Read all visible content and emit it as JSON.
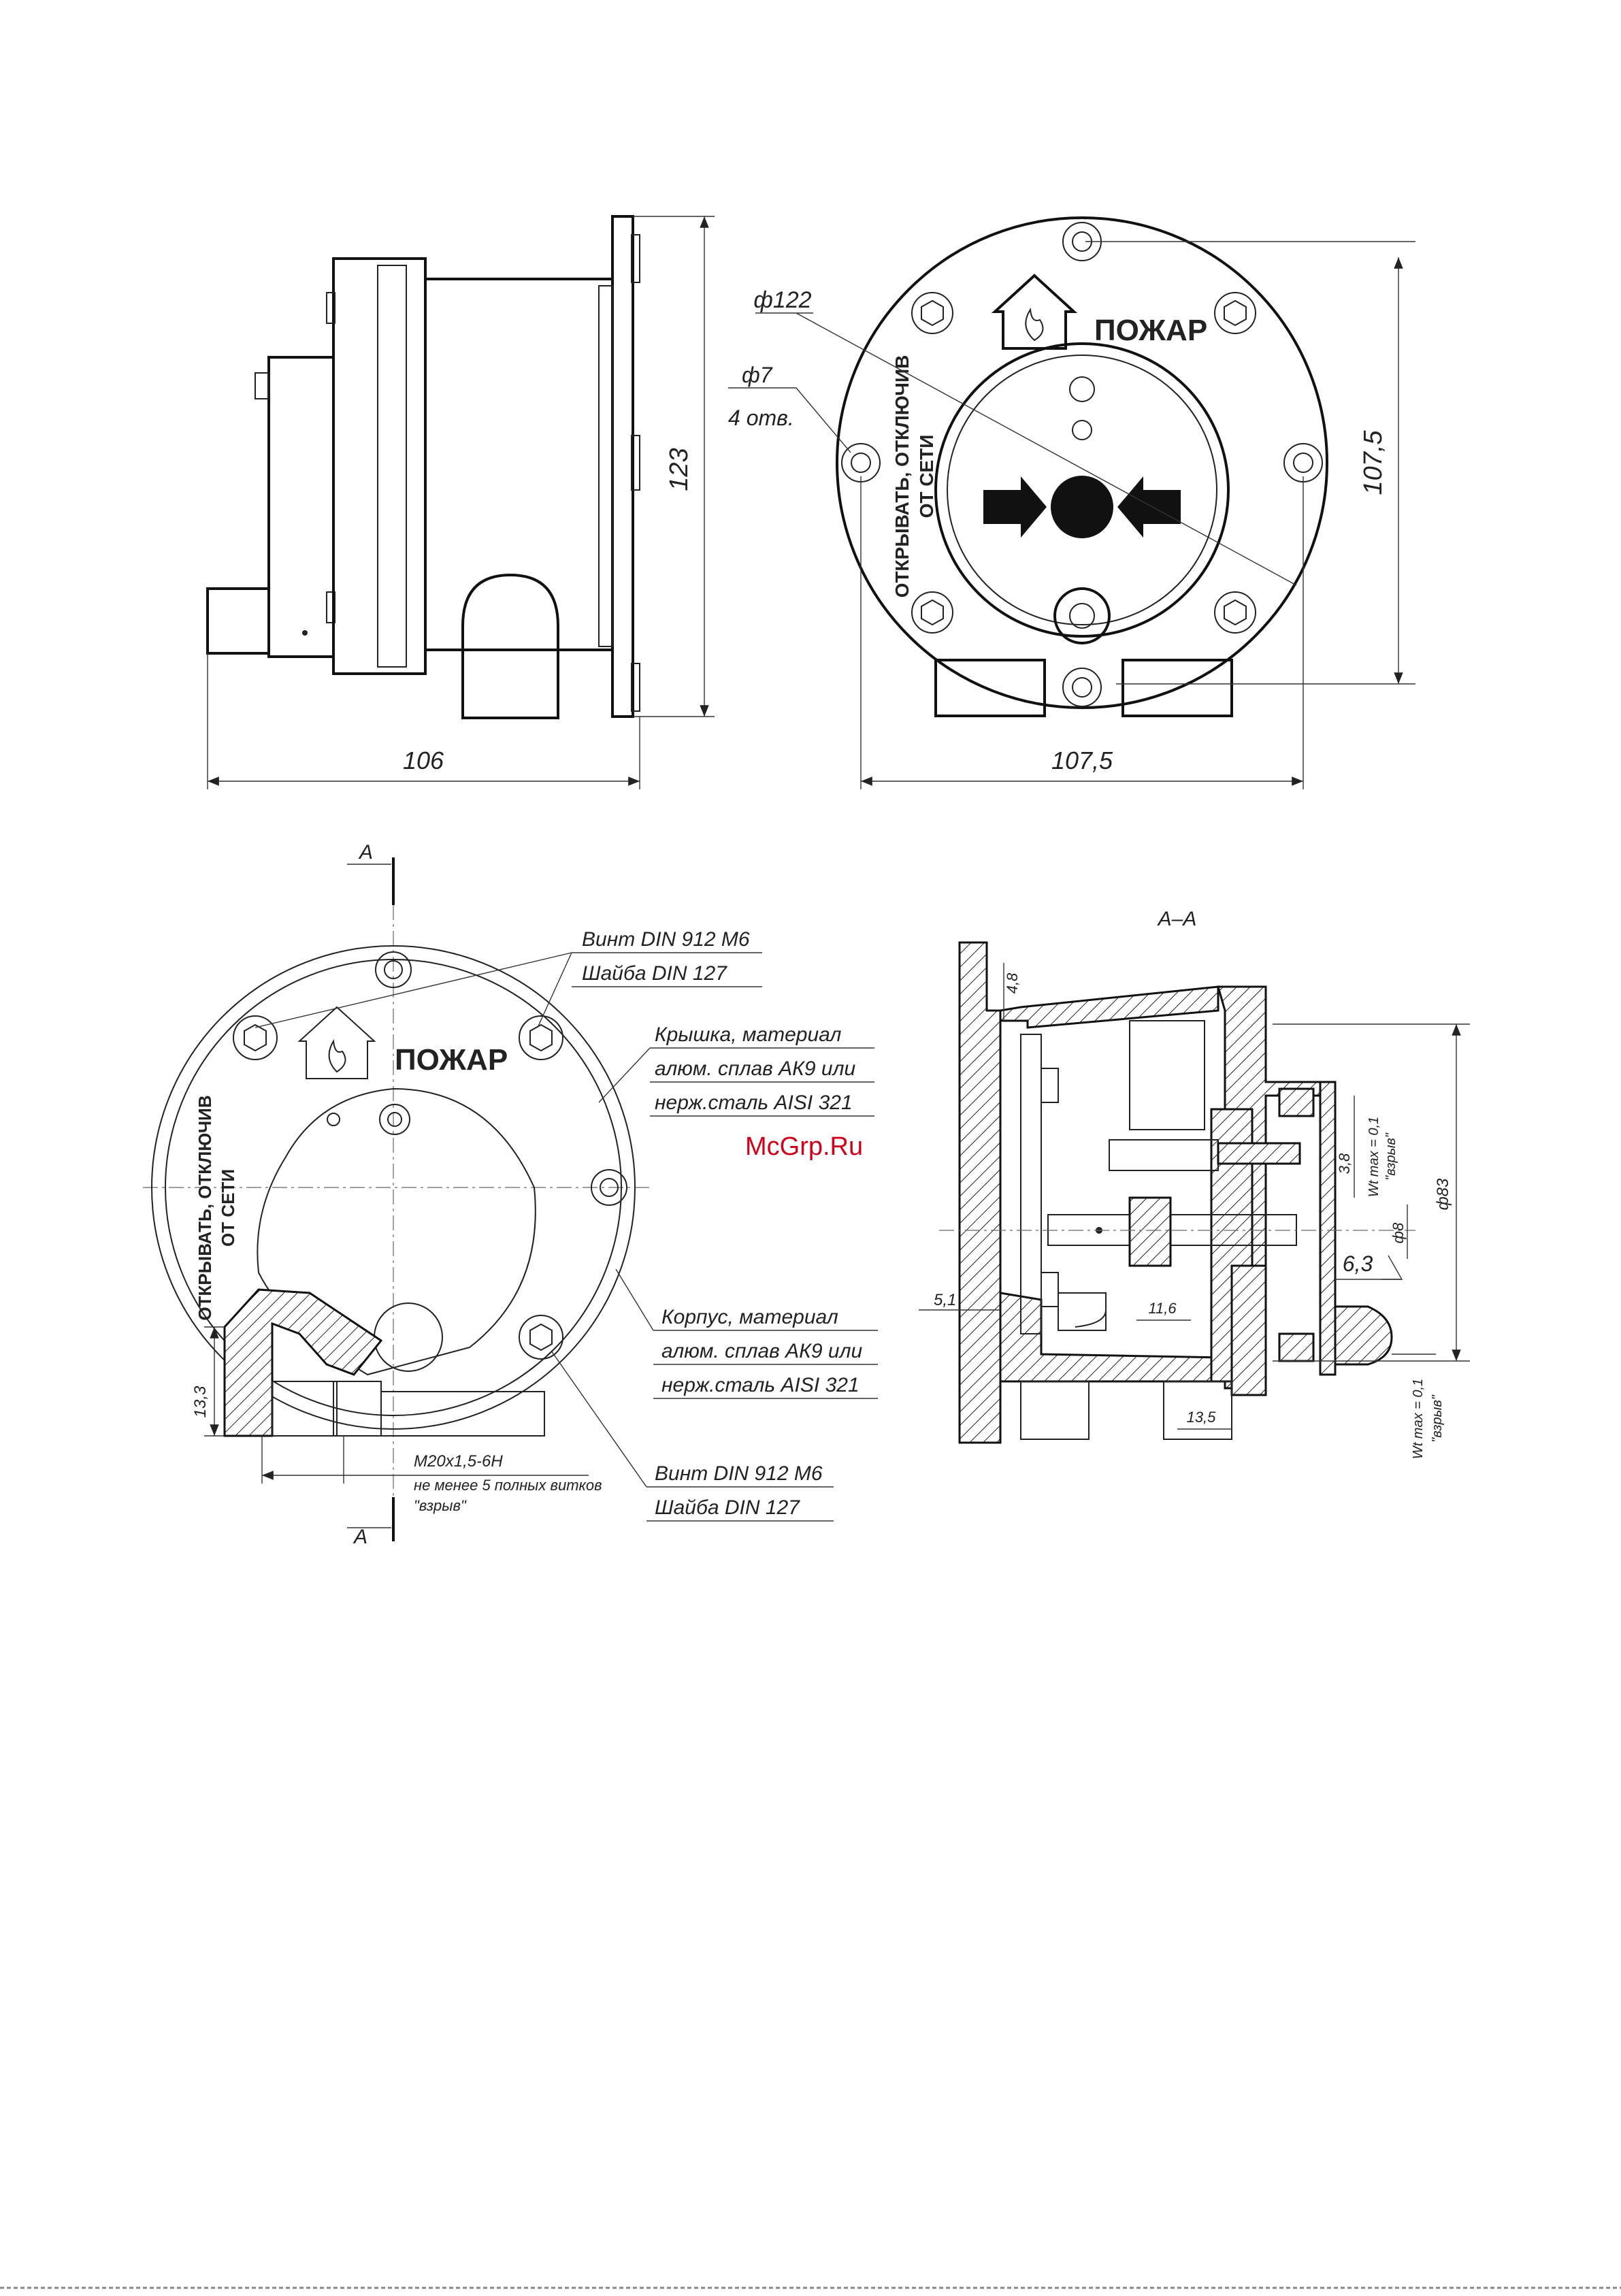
{
  "watermark": "McGrp.Ru",
  "colors": {
    "line": "#222222",
    "watermark": "#d0021b",
    "background": "#ffffff"
  },
  "front_view": {
    "label": "ПОЖАР",
    "warning_line1": "ОТКРЫВАТЬ, ОТКЛЮЧИВ",
    "warning_line2": "ОТ СЕТИ",
    "dim_diameter": "ф122",
    "dim_hole": "ф7",
    "dim_holes_count": "4 отв.",
    "dim_height": "107,5",
    "dim_width": "107,5"
  },
  "side_view": {
    "dim_height": "123",
    "dim_length": "106"
  },
  "inner_view": {
    "section_mark_top": "A",
    "section_mark_bottom": "A",
    "label": "ПОЖАР",
    "warning_line1": "ОТКРЫВАТЬ, ОТКЛЮЧИВ",
    "warning_line2": "ОТ СЕТИ",
    "dim_left": "13,3",
    "thread_line1": "M20x1,5-6H",
    "thread_line2": "не менее 5 полных витков",
    "thread_line3": "\"взрыв\"",
    "callout_screw_top_1": "Винт DIN 912 M6",
    "callout_screw_top_2": "Шайба DIN 127",
    "callout_cover_1": "Крышка, материал",
    "callout_cover_2": "алюм. сплав АК9 или",
    "callout_cover_3": "нерж.сталь AISI 321",
    "callout_body_1": "Корпус, материал",
    "callout_body_2": "алюм. сплав АК9 или",
    "callout_body_3": "нерж.сталь AISI 321",
    "callout_screw_bot_1": "Винт DIN 912 M6",
    "callout_screw_bot_2": "Шайба DIN 127"
  },
  "section_view": {
    "title": "A–A",
    "dim_4_8": "4,8",
    "dim_5_1": "5,1",
    "dim_3_8": "3,8",
    "dim_wt_top_1": "Wt max = 0,1",
    "dim_wt_top_2": "\"взрыв\"",
    "dim_d8": "ф8",
    "dim_d83": "ф83",
    "dim_6_3": "6,3",
    "dim_11_6": "11,6",
    "dim_13_5": "13,5",
    "dim_wt_bot_1": "Wt max = 0,1",
    "dim_wt_bot_2": "\"взрыв\""
  }
}
